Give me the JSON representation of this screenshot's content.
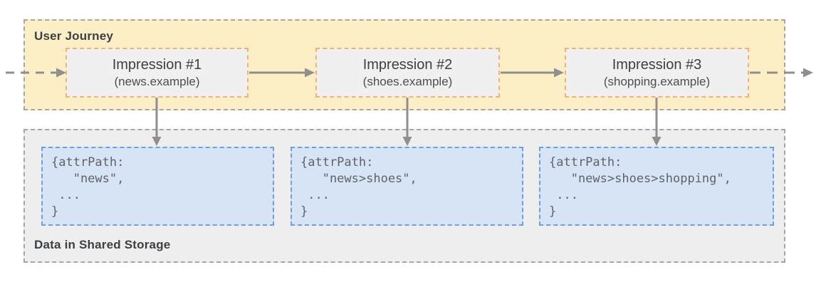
{
  "user_journey": {
    "label": "User Journey",
    "impressions": [
      {
        "title": "Impression #1",
        "subtitle": "(news.example)"
      },
      {
        "title": "Impression #2",
        "subtitle": "(shoes.example)"
      },
      {
        "title": "Impression #3",
        "subtitle": "(shopping.example)"
      }
    ]
  },
  "shared_storage": {
    "label": "Data in Shared Storage",
    "entries": [
      {
        "code": "{attrPath:\n   \"news\",\n ...\n}"
      },
      {
        "code": "{attrPath:\n   \"news>shoes\",\n ...\n}"
      },
      {
        "code": "{attrPath:\n   \"news>shoes>shopping\",\n ...\n}"
      }
    ]
  },
  "colors": {
    "journey_fill": "#fcefc6",
    "storage_fill": "#eeeeee",
    "impression_fill": "#f0f0f0",
    "impression_border": "#f6b26b",
    "entry_fill": "#d7e4f6",
    "entry_border": "#6d9eeb",
    "group_border": "#a6a6a6",
    "arrow": "#8f8f8f",
    "title_text": "#3c4043",
    "code_text": "#5f6368"
  }
}
